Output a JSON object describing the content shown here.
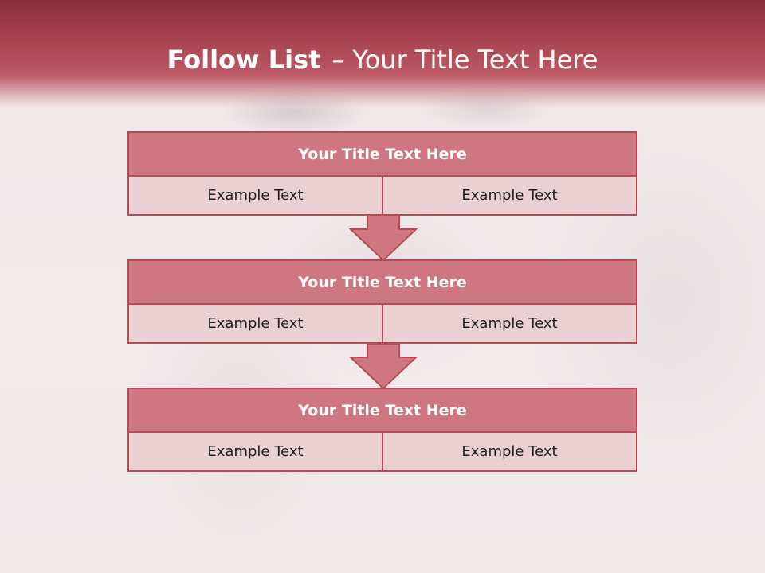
{
  "slide": {
    "title_bold": "Follow List",
    "title_dash": "–",
    "title_rest": "Your Title Text Here"
  },
  "blocks": [
    {
      "title": "Your Title Text Here",
      "left": "Example Text",
      "right": "Example Text"
    },
    {
      "title": "Your Title Text Here",
      "left": "Example Text",
      "right": "Example Text"
    },
    {
      "title": "Your Title Text Here",
      "left": "Example Text",
      "right": "Example Text"
    }
  ],
  "colors": {
    "header": "#a8424f",
    "title_fill": "#cf7780",
    "cell_fill": "#ebd0d3",
    "border": "#b84a58",
    "arrow_fill": "#cf7780"
  }
}
